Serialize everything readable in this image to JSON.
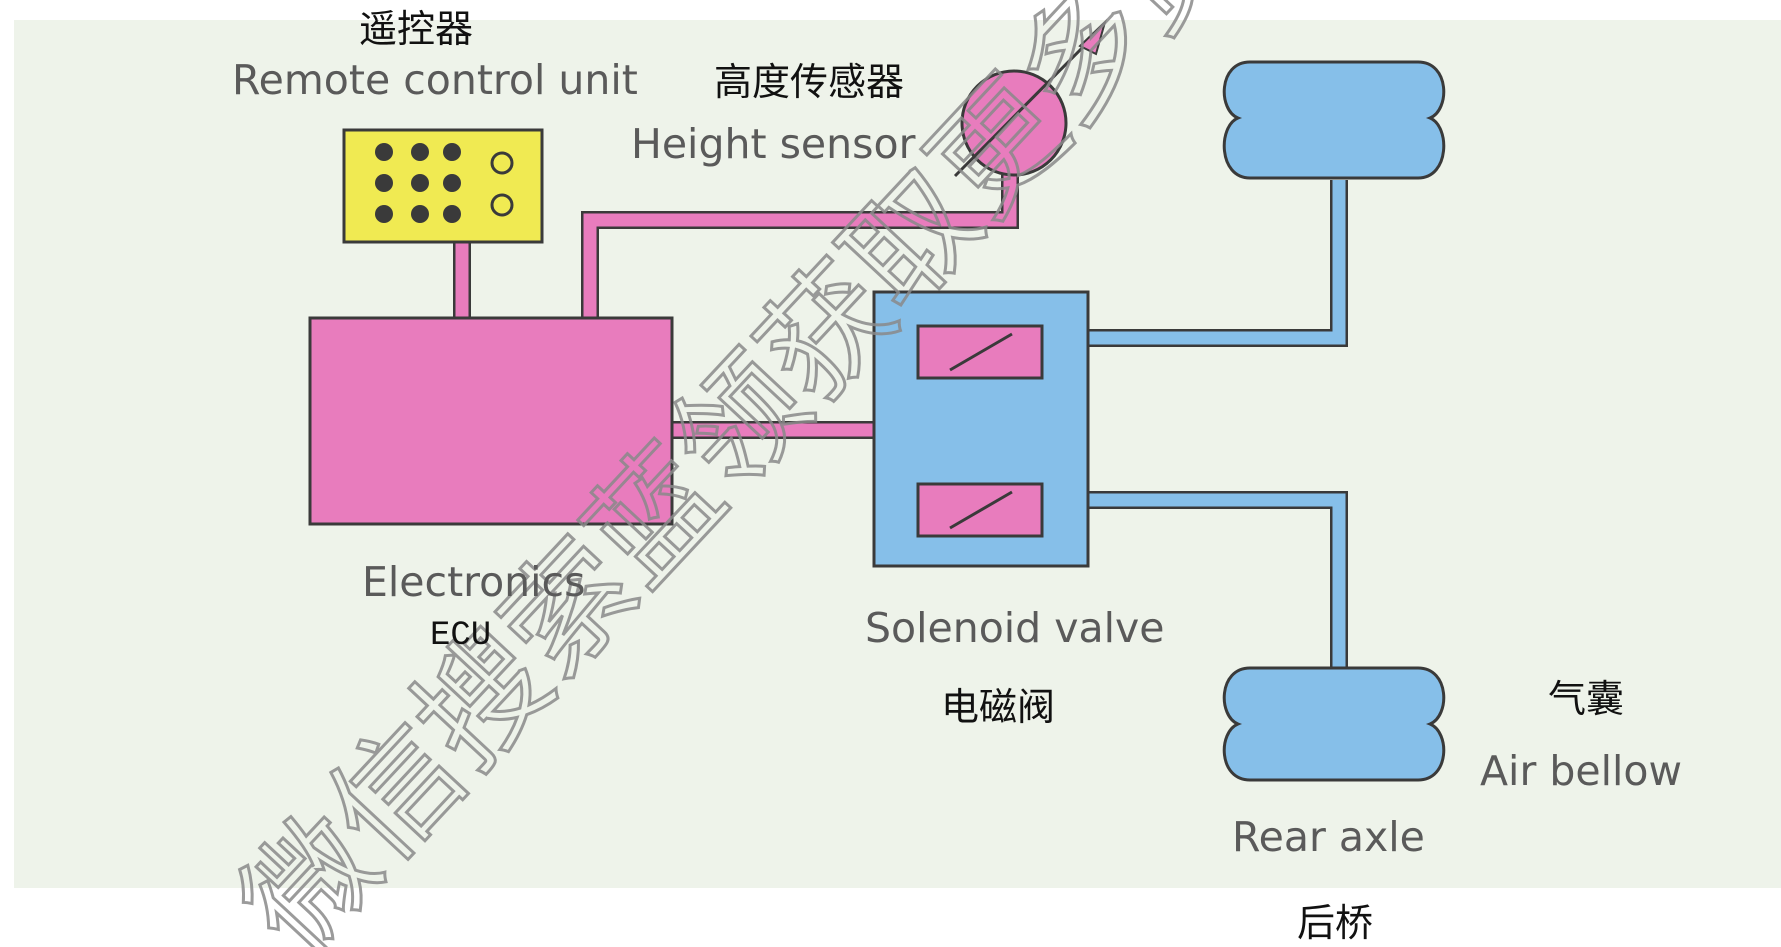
{
  "labels": {
    "remote_cn": "遥控器",
    "remote_en": "Remote control unit",
    "height_cn": "高度传感器",
    "height_en": "Height sensor",
    "electronics_en": "Electronics",
    "ecu": "ECU",
    "solenoid_en": "Solenoid valve",
    "solenoid_cn": "电磁阀",
    "air_cn": "气囊",
    "air_en": "Air bellow",
    "rear_en": "Rear axle",
    "rear_cn": "后桥"
  },
  "watermark": "微信搜索蓝领获取更多资料",
  "colors": {
    "electric_pink": "#e87cbd",
    "air_blue": "#86bfe9",
    "remote_yellow": "#f0ea52",
    "outline": "#3a3a3a",
    "panel_bg": "#eef3ea",
    "watermark_stroke": "#8a8a8a"
  }
}
